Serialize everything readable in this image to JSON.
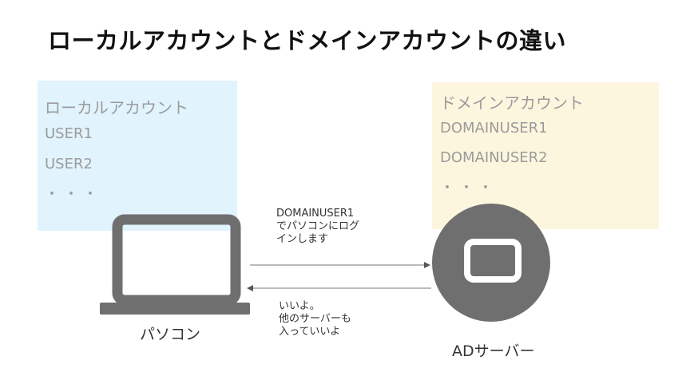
{
  "title": "ローカルアカウントとドメインアカウントの違い",
  "local_box": {
    "heading": "ローカルアカウント",
    "items": [
      "USER1",
      "USER2",
      "・・・"
    ]
  },
  "domain_box": {
    "heading": "ドメインアカウント",
    "items": [
      "DOMAINUSER1",
      "DOMAINUSER2",
      "・・・"
    ]
  },
  "request_message": [
    "DOMAINUSER1",
    "でパソコンにログ",
    "インします"
  ],
  "response_message": [
    "いいよ。",
    "他のサーバーも",
    "入っていいよ"
  ],
  "pc_label": "パソコン",
  "server_label": "ADサーバー",
  "colors": {
    "local_box": "#e1f3fc",
    "domain_box": "#fdf6de",
    "device_gray": "#6f6f6f",
    "box_text": "#9b9b9b"
  },
  "icons": [
    "laptop-icon",
    "server-icon"
  ]
}
